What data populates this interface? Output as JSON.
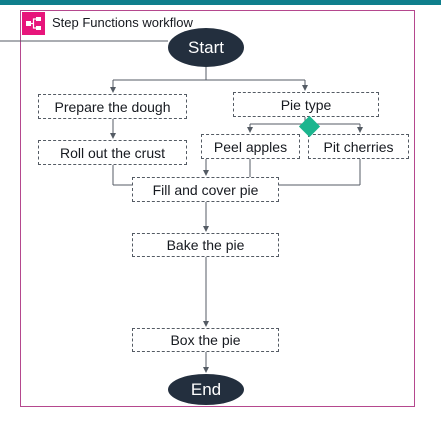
{
  "header": {
    "title": "Step Functions workflow",
    "icon": "step-functions-icon"
  },
  "workflow": {
    "start_label": "Start",
    "end_label": "End",
    "states": {
      "prepare_dough": "Prepare the dough",
      "roll_out_crust": "Roll out the crust",
      "pie_type": "Pie type",
      "peel_apples": "Peel apples",
      "pit_cherries": "Pit cherries",
      "fill_and_cover": "Fill and cover pie",
      "bake": "Bake the pie",
      "box": "Box the pie"
    }
  },
  "colors": {
    "accent_bar": "#0f7f8c",
    "frame_border": "#b5488e",
    "icon_background": "#e7157b",
    "terminal_fill": "#232f3e",
    "choice_marker": "#1bb58e"
  }
}
